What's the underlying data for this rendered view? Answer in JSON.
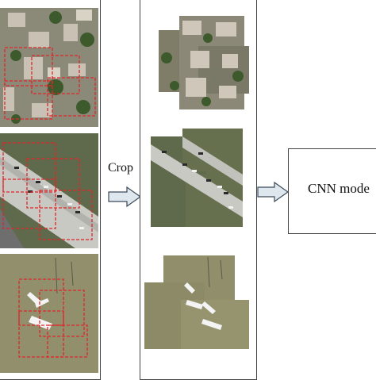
{
  "diagram": {
    "crop_label": "Crop",
    "model_label": "CNN mode",
    "colors": {
      "dashed_box": "#e0262a",
      "arrow_fill": "#dfe7ee",
      "arrow_stroke": "#3a4a5a",
      "frame": "#444444"
    },
    "panels": [
      {
        "name": "residential-aerial-image",
        "icon": "city-rooftops"
      },
      {
        "name": "highway-aerial-image",
        "icon": "highway-cars"
      },
      {
        "name": "airfield-aerial-image",
        "icon": "airplane"
      }
    ]
  }
}
